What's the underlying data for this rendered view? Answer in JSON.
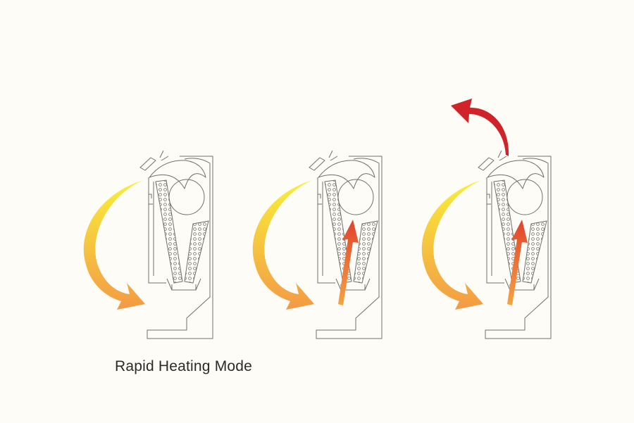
{
  "caption": "Rapid Heating Mode",
  "colors": {
    "background": "#fdfcf7",
    "outline": "#6f6f6f",
    "floor_arrow_start": "#f8ef3a",
    "floor_arrow_end": "#f39a45",
    "core_arrow_start": "#f7a340",
    "core_arrow_end": "#e0432d",
    "ceiling_arrow": "#d0242a"
  },
  "panels": [
    {
      "name": "stage-1",
      "core_airflow": false,
      "ceiling_airflow": false
    },
    {
      "name": "stage-2",
      "core_airflow": true,
      "ceiling_airflow": false
    },
    {
      "name": "stage-3",
      "core_airflow": true,
      "ceiling_airflow": true
    }
  ]
}
